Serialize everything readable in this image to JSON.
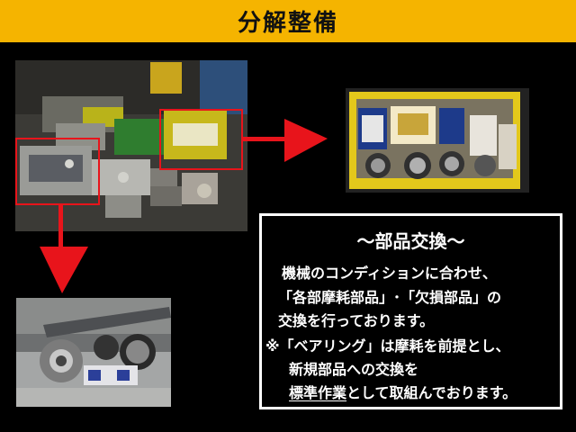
{
  "banner": {
    "title": "分解整備"
  },
  "info": {
    "heading": "～部品交換～",
    "line1": "機械のコンディションに合わせ、",
    "line2": "「各部摩耗部品」･「欠損部品」の",
    "line3": "交換を行っております。",
    "line4": "※「ベアリング」は摩耗を前提とし、",
    "line5": "新規部品への交換を",
    "line6_underlined_1": "標準",
    "line6_underlined_2": "作業",
    "line6_rest": "として取組んでおります。"
  },
  "colors": {
    "banner": "#f5b400",
    "highlight": "#e8141b",
    "text": "#ffffff",
    "background": "#000000"
  }
}
